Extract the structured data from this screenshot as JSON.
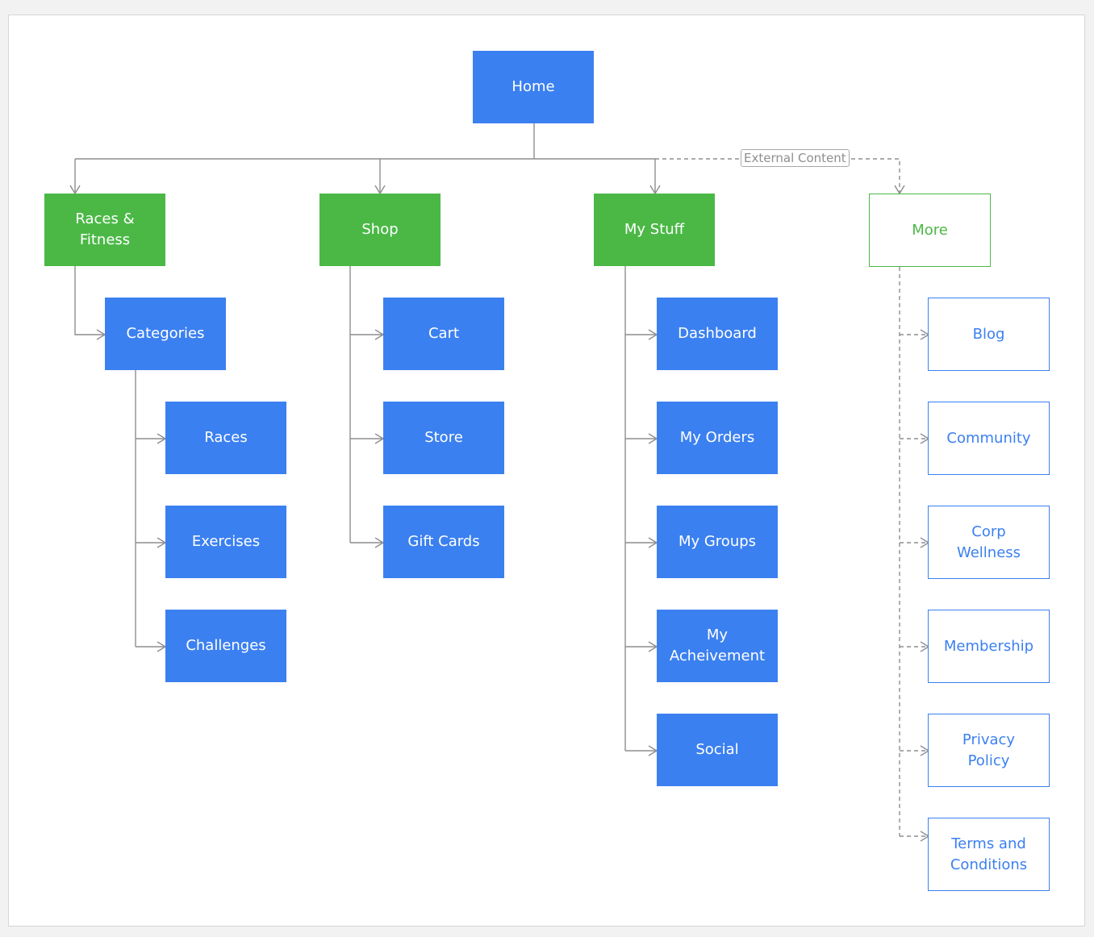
{
  "colors": {
    "primary_blue": "#3b80f0",
    "primary_green": "#4bb846",
    "connector": "#8e8e8e"
  },
  "edge_label": "External Content",
  "nodes": {
    "home": "Home",
    "races_fitness": "Races &\nFitness",
    "shop": "Shop",
    "my_stuff": "My Stuff",
    "more": "More",
    "categories": "Categories",
    "races": "Races",
    "exercises": "Exercises",
    "challenges": "Challenges",
    "cart": "Cart",
    "store": "Store",
    "gift_cards": "Gift Cards",
    "dashboard": "Dashboard",
    "my_orders": "My Orders",
    "my_groups": "My Groups",
    "my_achievement": "My\nAcheivement",
    "social": "Social",
    "blog": "Blog",
    "community": "Community",
    "corp_wellness": "Corp\nWellness",
    "membership": "Membership",
    "privacy_policy": "Privacy\nPolicy",
    "terms_conditions": "Terms and\nConditions"
  }
}
